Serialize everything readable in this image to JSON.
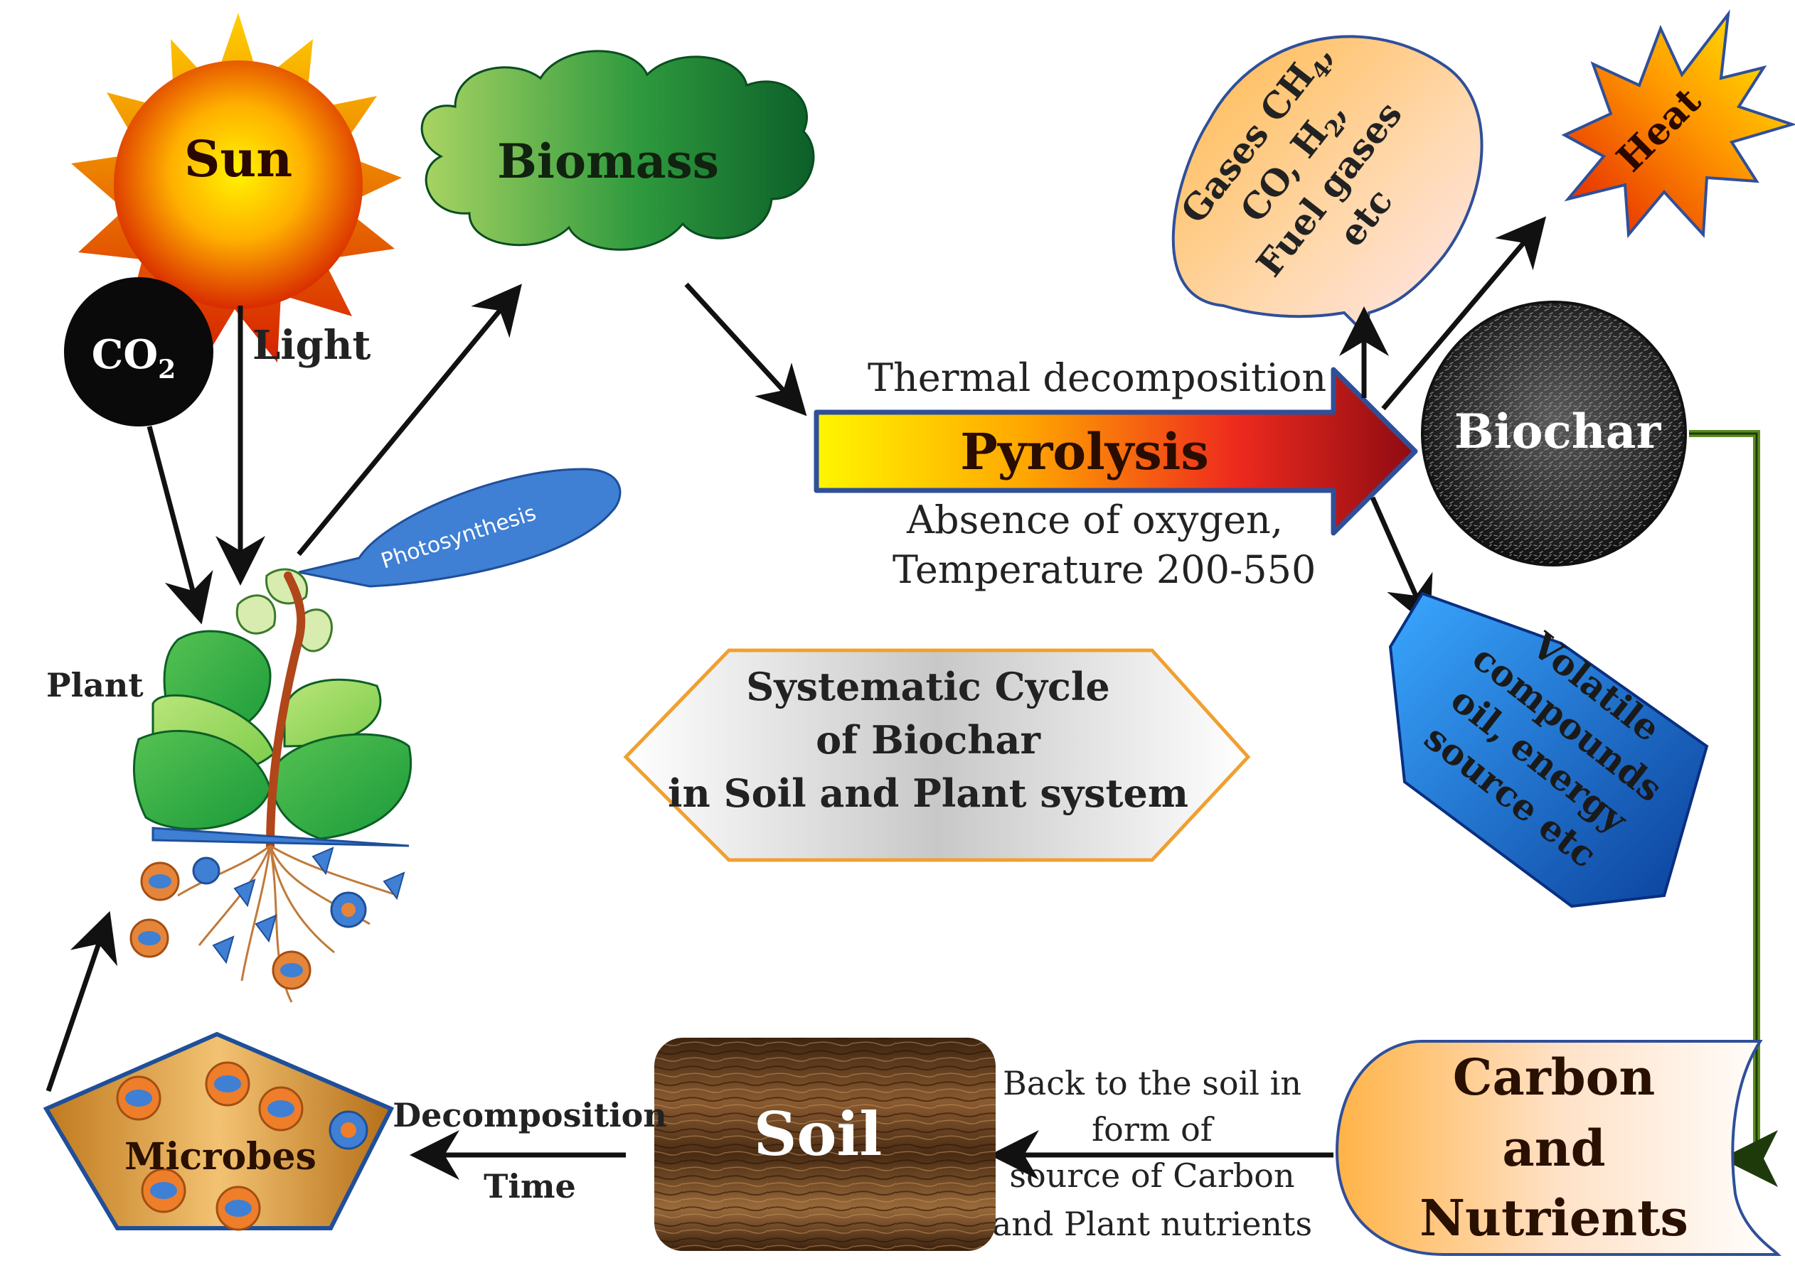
{
  "sun": {
    "label": "Sun"
  },
  "biomass": {
    "label": "Biomass"
  },
  "co2": {
    "label": "CO",
    "sub": "2"
  },
  "light": {
    "label": "Light"
  },
  "photosynthesis": {
    "label": "Photosynthesis"
  },
  "plant": {
    "label": "Plant"
  },
  "pyrolysis": {
    "label": "Pyrolysis",
    "above": "Thermal decomposition",
    "below_1": "Absence of oxygen,",
    "below_2": "Temperature 200-550"
  },
  "gases": {
    "line1_prefix": "Gases CH",
    "line1_sub": "4",
    "line1_suffix": ",",
    "line2_prefix": "CO, H",
    "line2_sub": "2",
    "line2_suffix": ",",
    "line3": "Fuel gases",
    "line4": "etc"
  },
  "heat": {
    "label": "Heat"
  },
  "biochar": {
    "label": "Biochar"
  },
  "volatile": {
    "line1": "Volatile",
    "line2": "compounds",
    "line3": "oil, energy",
    "line4": "source etc"
  },
  "center": {
    "line1": "Systematic Cycle",
    "line2": "of Biochar",
    "line3": "in Soil and Plant system"
  },
  "carbon": {
    "line1": "Carbon",
    "line2": "and",
    "line3": "Nutrients"
  },
  "back_to_soil": {
    "line1": "Back to the soil in",
    "line2": "form of",
    "line3": "source of Carbon",
    "line4": "and  Plant nutrients"
  },
  "soil": {
    "label": "Soil"
  },
  "decomposition": {
    "line1": "Decomposition",
    "line2": "Time"
  },
  "microbes": {
    "label": "Microbes"
  },
  "colors": {
    "sun_core": "#ffde00",
    "sun_edge": "#d40000",
    "biomass_light": "#9ccd5c",
    "biomass_dark": "#0f6b2e",
    "biochar": "#2a2a2a",
    "volatile": "#1f6fd0",
    "arrow_green": "#5a8a1e",
    "microbe_box": "#d9992e"
  }
}
